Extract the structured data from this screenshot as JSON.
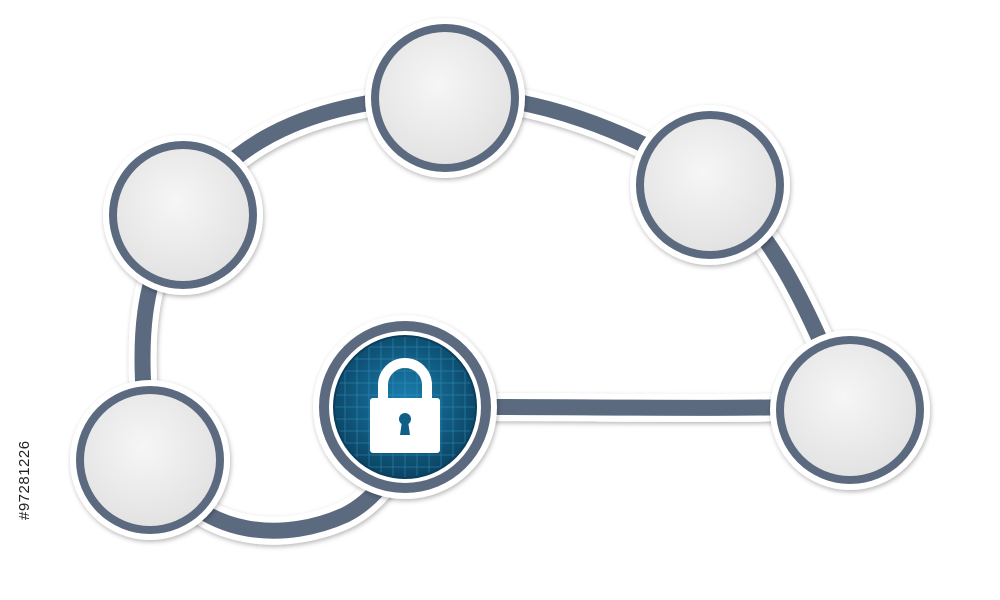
{
  "stock_id": "#97281226",
  "nodes": [
    {
      "name": "node-top-left",
      "label": ""
    },
    {
      "name": "node-top-center",
      "label": ""
    },
    {
      "name": "node-top-right",
      "label": ""
    },
    {
      "name": "node-right",
      "label": ""
    },
    {
      "name": "node-bottom-left",
      "label": ""
    }
  ],
  "center": {
    "icon": "padlock-icon"
  },
  "colors": {
    "connector": "#5b6a7f",
    "connector_highlight": "#8a97a8",
    "node_face": "#ececec",
    "node_rim": "#ffffff",
    "center_fill": "#0f5f88",
    "center_dark": "#0a3e5c",
    "grid": "#3aa0cf",
    "padlock": "#ffffff",
    "background": "#ffffff"
  }
}
